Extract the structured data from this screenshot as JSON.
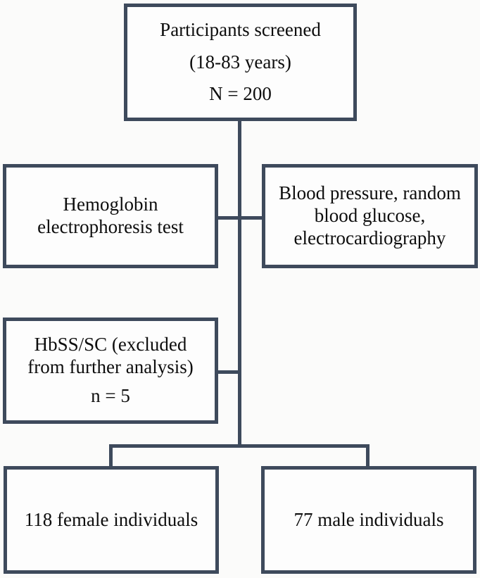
{
  "diagram": {
    "type": "flowchart",
    "colors": {
      "line": "#3e4a5c",
      "box_fill": "#fdfdfd",
      "background": "#fbfbfa",
      "text": "#0d0d0d"
    },
    "boxes": {
      "screened": {
        "lines": [
          "Participants screened",
          "(18-83 years)",
          "N = 200"
        ]
      },
      "hb_test": {
        "lines": [
          "Hemoglobin",
          "electrophoresis test"
        ]
      },
      "bp_tests": {
        "lines": [
          "Blood pressure, random",
          "blood glucose,",
          "electrocardiography"
        ]
      },
      "excluded": {
        "lines": [
          "HbSS/SC (excluded",
          "from further analysis)",
          "n = 5"
        ]
      },
      "female": {
        "lines": [
          "118 female individuals"
        ]
      },
      "male": {
        "lines": [
          "77 male individuals"
        ]
      }
    },
    "edges": [
      "screened -> hb_test",
      "screened -> bp_tests",
      "screened -> excluded",
      "screened -> female",
      "screened -> male"
    ]
  }
}
